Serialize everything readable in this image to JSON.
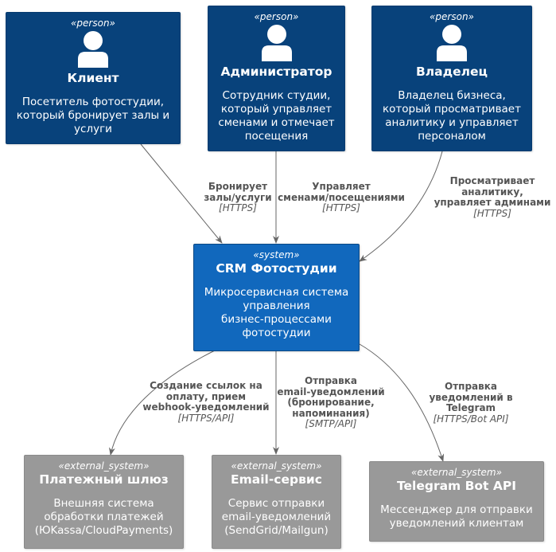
{
  "people": {
    "client": {
      "stereotype": "«person»",
      "title": "Клиент",
      "desc": [
        "Посетитель фотостудии,",
        "который бронирует залы и",
        "услуги"
      ],
      "icon": "person-icon"
    },
    "admin": {
      "stereotype": "«person»",
      "title": "Администратор",
      "desc": [
        "Сотрудник студии,",
        "который управляет",
        "сменами и отмечает",
        "посещения"
      ],
      "icon": "person-icon"
    },
    "owner": {
      "stereotype": "«person»",
      "title": "Владелец",
      "desc": [
        "Владелец бизнеса,",
        "который просматривает",
        "аналитику и управляет",
        "персоналом"
      ],
      "icon": "person-icon"
    }
  },
  "system": {
    "stereotype": "«system»",
    "title": "CRM Фотостудии",
    "desc": [
      "Микросервисная система",
      "управления",
      "бизнес-процессами",
      "фотостудии"
    ]
  },
  "externals": {
    "payment": {
      "stereotype": "«external_system»",
      "title": "Платежный шлюз",
      "desc": [
        "Внешняя система",
        "обработки платежей",
        "(ЮKassa/CloudPayments)"
      ]
    },
    "email": {
      "stereotype": "«external_system»",
      "title": "Email-сервис",
      "desc": [
        "Сервис отправки",
        "email-уведомлений",
        "(SendGrid/Mailgun)"
      ]
    },
    "telegram": {
      "stereotype": "«external_system»",
      "title": "Telegram Bot API",
      "desc": [
        "Мессенджер для отправки",
        "уведомлений клиентам"
      ]
    }
  },
  "relations": {
    "client_crm": {
      "label": [
        "Бронирует",
        "залы/услуги"
      ],
      "tech": "[HTTPS]"
    },
    "admin_crm": {
      "label": [
        "Управляет",
        "сменами/посещениями"
      ],
      "tech": "[HTTPS]"
    },
    "owner_crm": {
      "label": [
        "Просматривает",
        "аналитику,",
        "управляет админами"
      ],
      "tech": "[HTTPS]"
    },
    "crm_payment": {
      "label": [
        "Создание ссылок на",
        "оплату, прием",
        "webhook-уведомлений"
      ],
      "tech": "[HTTPS/API]"
    },
    "crm_email": {
      "label": [
        "Отправка",
        "email-уведомлений",
        "(бронирование,",
        "напоминания)"
      ],
      "tech": "[SMTP/API]"
    },
    "crm_telegram": {
      "label": [
        "Отправка",
        "уведомлений в",
        "Telegram"
      ],
      "tech": "[HTTPS/Bot API]"
    }
  },
  "colors": {
    "person": "#08427b",
    "system": "#1168bd",
    "external": "#999999",
    "edge": "#666666"
  }
}
